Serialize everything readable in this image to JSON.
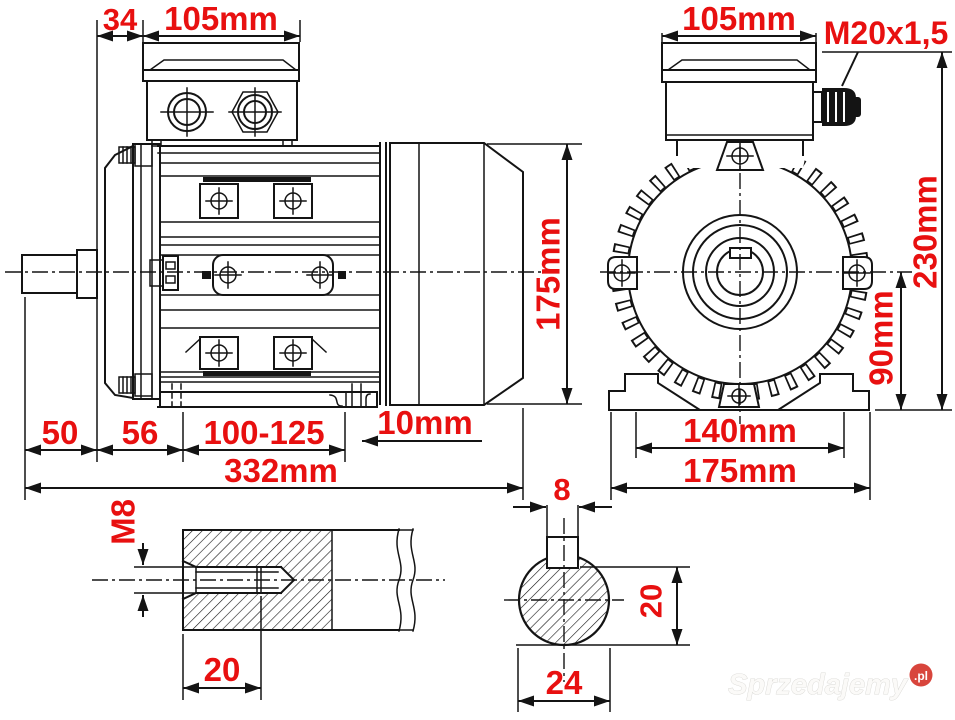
{
  "colors": {
    "dimension_text": "#e81010",
    "line_ink": "#141414",
    "watermark_badge": "#d8453c",
    "watermark_text": "#fbfaf8",
    "background": "#ffffff"
  },
  "side_view": {
    "terminal_box_offset": "34",
    "terminal_box_width": "105mm",
    "body_height": "175mm",
    "shaft_length": "50",
    "flange_to_foot": "56",
    "foot_slot_range": "100-125",
    "foot_plate": "10mm",
    "overall_length": "332mm"
  },
  "front_view": {
    "terminal_box_width": "105mm",
    "cable_gland_thread": "M20x1,5",
    "overall_height": "230mm",
    "shaft_axis_height": "90mm",
    "foot_hole_spacing": "140mm",
    "foot_overall_width": "175mm"
  },
  "shaft_bore_detail": {
    "thread": "M8",
    "thread_depth": "20"
  },
  "shaft_section_detail": {
    "key_width": "8",
    "flat_to_bottom": "20",
    "diameter": "24"
  },
  "watermark": {
    "name": "Sprzedajemy",
    "suffix": ".pl"
  }
}
